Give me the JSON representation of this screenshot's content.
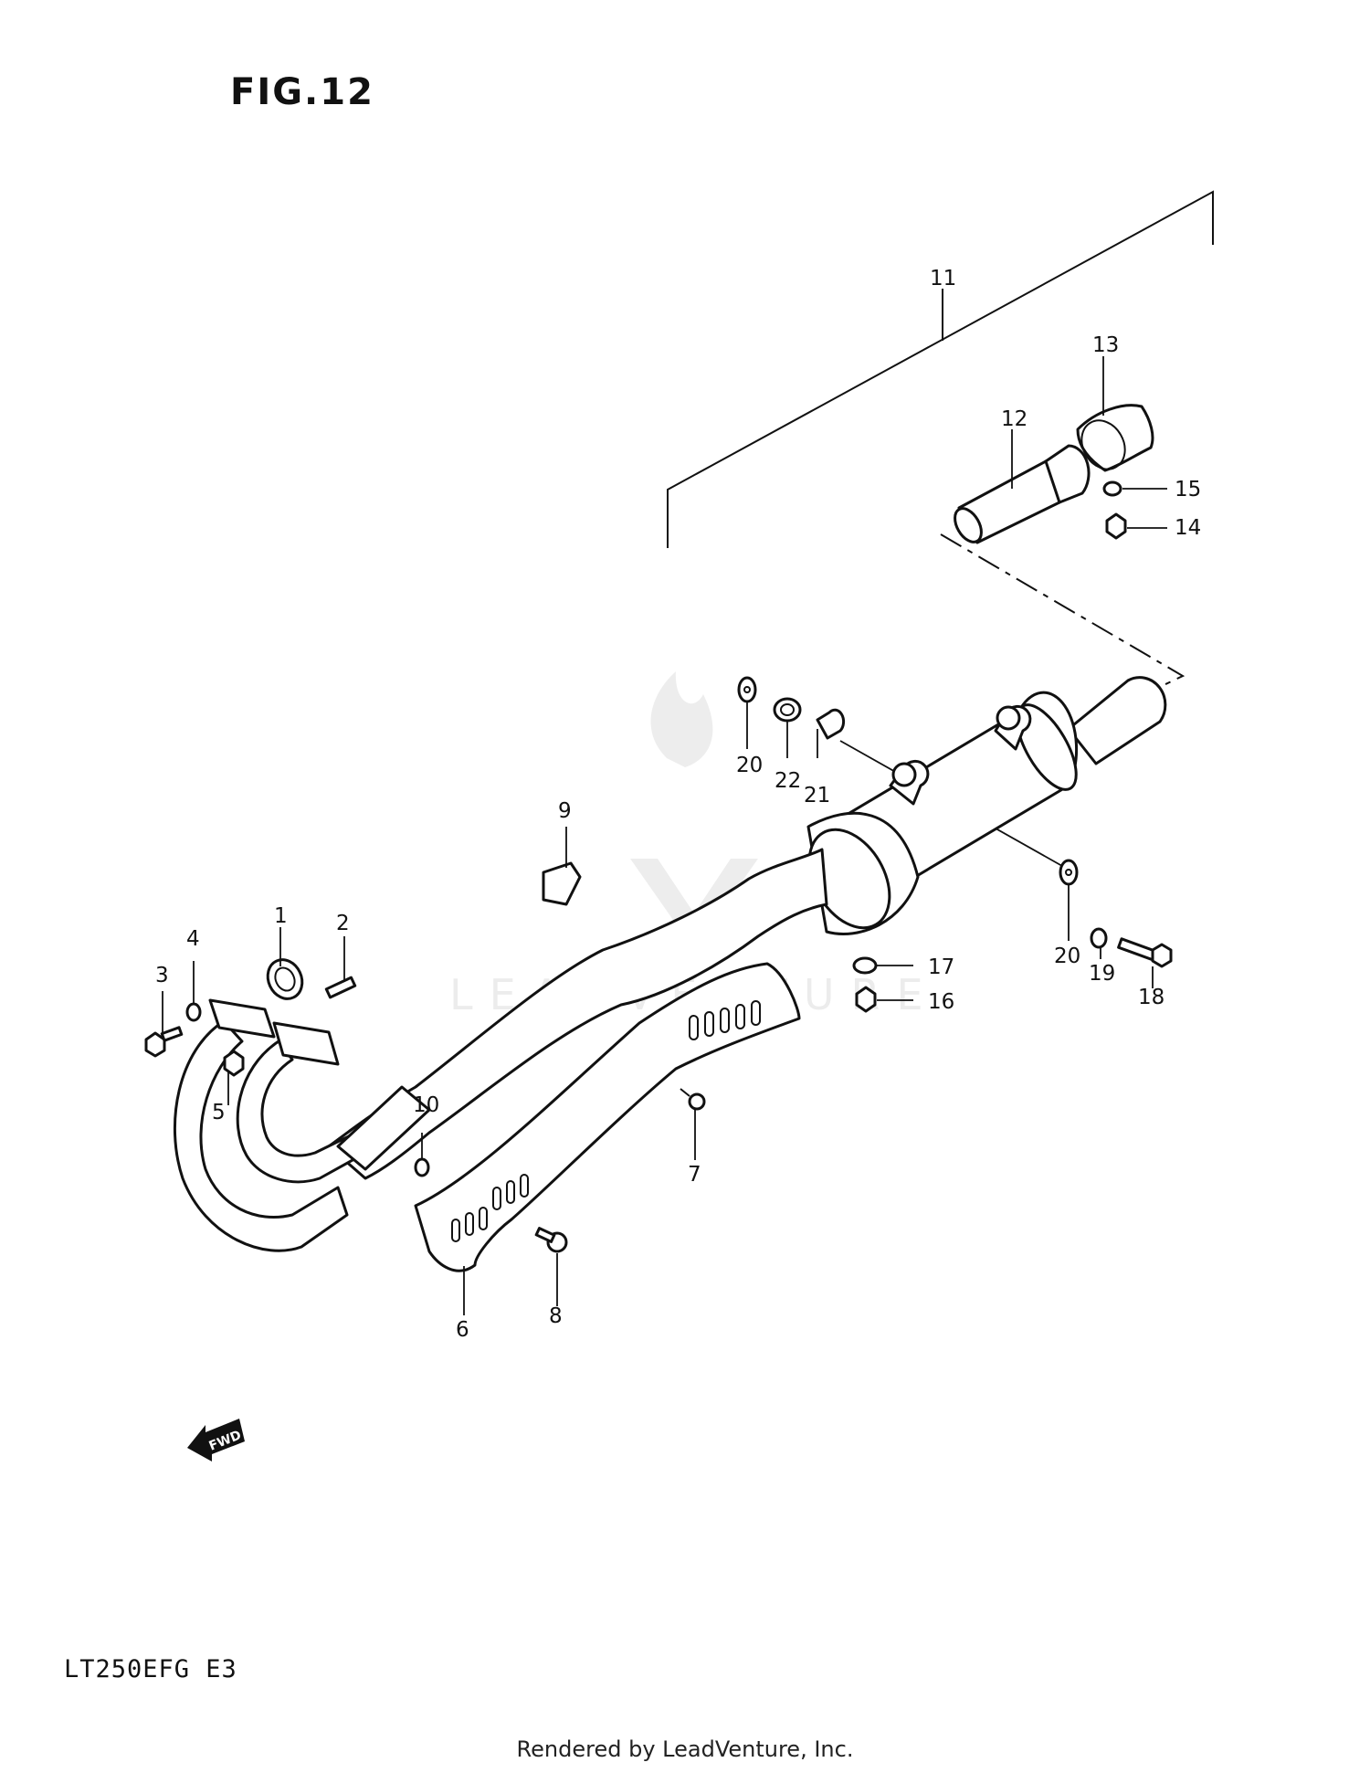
{
  "figure": {
    "title": "FIG.12",
    "model_code": "LT250EFG E3",
    "footer": "Rendered by LeadVenture, Inc."
  },
  "callouts": [
    "1",
    "2",
    "3",
    "4",
    "5",
    "6",
    "7",
    "8",
    "9",
    "10",
    "11",
    "12",
    "13",
    "14",
    "15",
    "16",
    "17",
    "18",
    "19",
    "20",
    "20",
    "21",
    "22"
  ],
  "fwd_label": "FWD",
  "watermark": "LEADVENTURE"
}
